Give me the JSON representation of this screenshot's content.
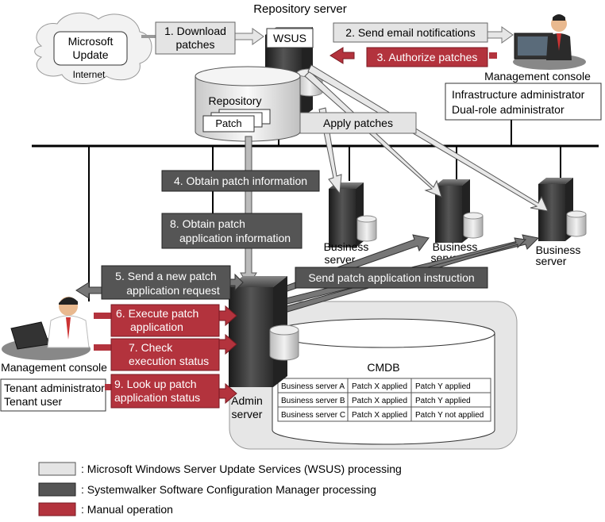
{
  "repository_server": {
    "title": "Repository server",
    "wsus": "WSUS",
    "repository": "Repository",
    "patch": "Patch"
  },
  "internet": {
    "line1": "Microsoft",
    "line2": "Update",
    "label": "Internet"
  },
  "steps": {
    "download": [
      "1. Download",
      "patches"
    ],
    "email": "2. Send email notifications",
    "authorize": "3. Authorize patches",
    "apply": "Apply patches",
    "obtain_patch": "4. Obtain patch information",
    "obtain_app": [
      "8. Obtain patch",
      "application information"
    ],
    "send_request": [
      "5. Send a new patch",
      "application request"
    ],
    "send_instruction": "Send patch application instruction",
    "execute": [
      "6. Execute patch",
      "application"
    ],
    "check": [
      "7. Check",
      "execution status"
    ],
    "lookup": [
      "9. Look up patch",
      "application status"
    ]
  },
  "mgmt_top": {
    "label": "Management console",
    "role1": "Infrastructure administrator",
    "role2": "Dual-role administrator"
  },
  "mgmt_left": {
    "label": "Management console",
    "role1": "Tenant administrator",
    "role2": "Tenant user"
  },
  "business_servers": [
    {
      "line1": "Business",
      "line2": "server"
    },
    {
      "line1": "Business",
      "line2": "server"
    },
    {
      "line1": "Business",
      "line2": "server"
    }
  ],
  "admin_server": {
    "line1": "Admin",
    "line2": "server"
  },
  "cmdb": {
    "label": "CMDB",
    "rows": [
      [
        "Business server A",
        "Patch X applied",
        "Patch Y applied"
      ],
      [
        "Business server B",
        "Patch X applied",
        "Patch Y applied"
      ],
      [
        "Business server C",
        "Patch X applied",
        "Patch Y not applied"
      ]
    ]
  },
  "legend": [
    {
      "label": ": Microsoft Windows Server Update Services (WSUS) processing",
      "color": "#e4e4e4"
    },
    {
      "label": ": Systemwalker Software Configuration Manager processing",
      "color": "#555555"
    },
    {
      "label": ": Manual operation",
      "color": "#b3333d"
    }
  ]
}
